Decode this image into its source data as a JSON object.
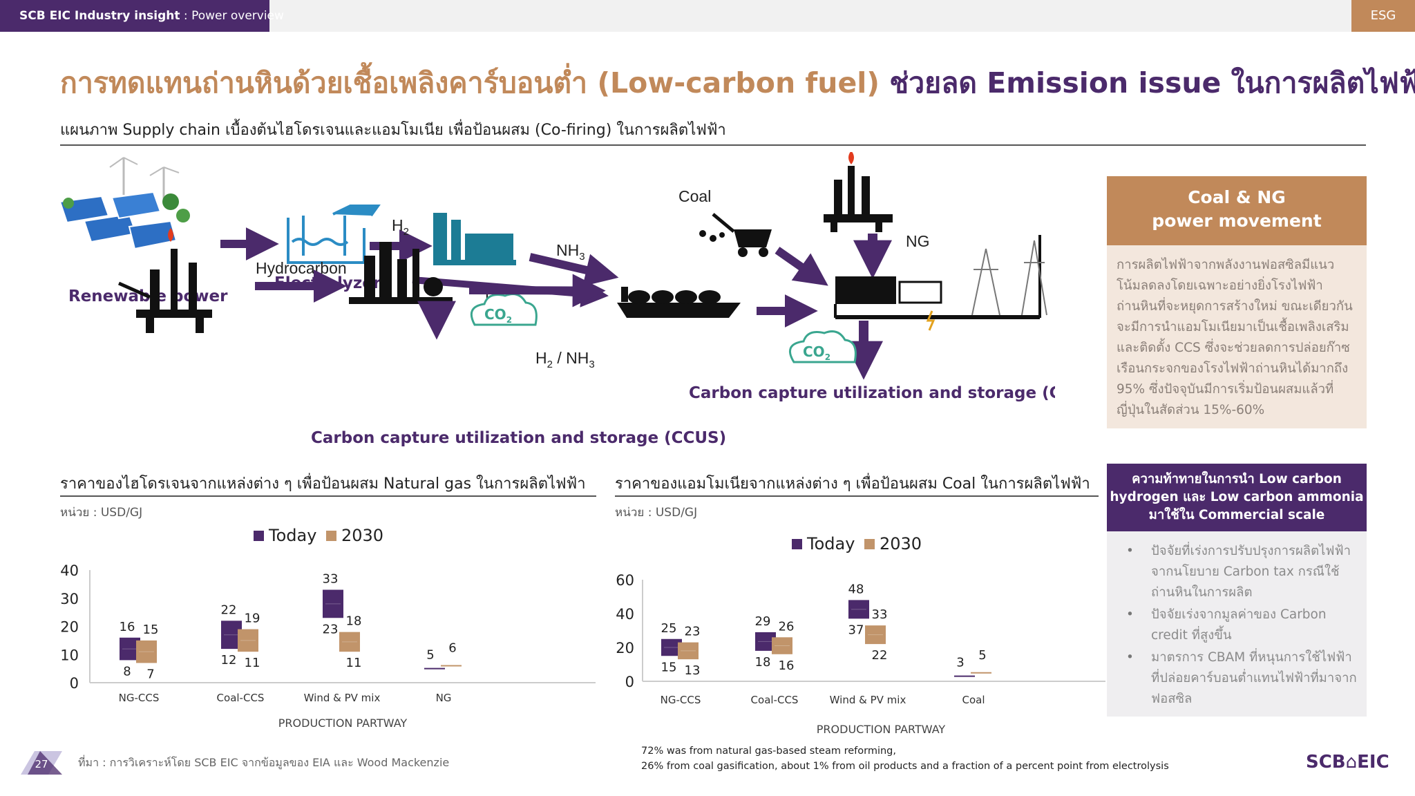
{
  "header": {
    "brand": "SCB EIC Industry insight",
    "section": " : Power overview",
    "tag": "ESG"
  },
  "title": {
    "part1": "การทดแทนถ่านหินด้วยเชื้อเพลิงคาร์บอนต่ำ (Low-carbon fuel)",
    "part2": " ช่วยลด Emission issue ในการผลิตไฟฟ้า"
  },
  "subtitle": "แผนภาพ Supply chain เบื้องต้นไฮโดรเจนและแอมโมเนีย เพื่อป้อนผสม (Co-firing) ในการผลิตไฟฟ้า",
  "diagram": {
    "renewable": "Renewable power",
    "electrolyzer": "Electrolyzer",
    "h2": "H",
    "h2_sub": "2",
    "nh3": "NH",
    "nh3_sub": "3",
    "h2_mid": "H",
    "h2_mid_sub": "2",
    "h2nh3_a": "H",
    "h2nh3_sub1": "2",
    "h2nh3_b": " / NH",
    "h2nh3_sub2": "3",
    "hydrocarbon": "Hydrocarbon",
    "coal": "Coal",
    "ng": "NG",
    "co2": "CO",
    "co2_sub": "2",
    "ccus_left": "Carbon capture utilization and storage (CCUS)",
    "ccus_right": "Carbon capture utilization and storage (CCUS)"
  },
  "panel_coal": {
    "heading_line1": "Coal & NG",
    "heading_line2": "power movement",
    "body": "การผลิตไฟฟ้าจากพลังงานฟอสซิลมีแนวโน้มลดลงโดยเฉพาะอย่างยิ่งโรงไฟฟ้าถ่านหินที่จะหยุดการสร้างใหม่ ขณะเดียวกัน จะมีการนำแอมโมเนียมาเป็นเชื้อเพลิงเสริมและติดตั้ง CCS ซึ่งจะช่วยลดการปล่อยก๊าซเรือนกระจกของโรงไฟฟ้าถ่านหินได้มากถึง 95% ซึ่งปัจจุบันมีการเริ่มป้อนผสมแล้วที่ญี่ปุ่นในสัดส่วน 15%-60%"
  },
  "panel_challenge": {
    "heading": "ความท้าทายในการนำ Low carbon hydrogen และ Low carbon ammonia มาใช้ใน Commercial scale",
    "bullets": [
      "ปัจจัยที่เร่งการปรับปรุงการผลิตไฟฟ้าจากนโยบาย Carbon tax กรณีใช้ถ่านหินในการผลิต",
      "ปัจจัยเร่งจากมูลค่าของ Carbon credit ที่สูงขึ้น",
      "มาตรการ CBAM ที่หนุนการใช้ไฟฟ้าที่ปล่อยคาร์บอนต่ำแทนไฟฟ้าที่มาจากฟอสซิล"
    ]
  },
  "chart_data": [
    {
      "type": "bar",
      "title": "ราคาของไฮโดรเจนจากแหล่งต่าง ๆ เพื่อป้อนผสม Natural gas ในการผลิตไฟฟ้า",
      "unit": "หน่วย : USD/GJ",
      "xlabel": "PRODUCTION PARTWAY",
      "categories": [
        "NG-CCS",
        "Coal-CCS",
        "Wind & PV mix",
        "NG"
      ],
      "series": [
        {
          "name": "Today",
          "low": [
            8,
            12,
            23,
            null
          ],
          "high": [
            16,
            22,
            33,
            null
          ],
          "value": [
            null,
            null,
            null,
            5
          ],
          "low_labels": [
            "8",
            "12",
            "23",
            ""
          ],
          "high_labels": [
            "16",
            "22",
            "33",
            "5"
          ],
          "color": "#4b2a6b"
        },
        {
          "name": "2030",
          "low": [
            7,
            11,
            11,
            null
          ],
          "high": [
            15,
            19,
            18,
            null
          ],
          "value": [
            null,
            null,
            null,
            6
          ],
          "low_labels": [
            "7",
            "11",
            "11",
            ""
          ],
          "high_labels": [
            "15",
            "19",
            "18",
            "6"
          ],
          "color": "#c1946a"
        }
      ],
      "ylim": [
        0,
        40
      ],
      "yticks": [
        "0",
        "10",
        "20",
        "30",
        "40"
      ],
      "grid": false,
      "legend": "top"
    },
    {
      "type": "bar",
      "title": "ราคาของแอมโมเนียจากแหล่งต่าง ๆ เพื่อป้อนผสม Coal ในการผลิตไฟฟ้า",
      "unit": "หน่วย : USD/GJ",
      "xlabel": "PRODUCTION PARTWAY",
      "categories": [
        "NG-CCS",
        "Coal-CCS",
        "Wind & PV mix",
        "Coal"
      ],
      "series": [
        {
          "name": "Today",
          "low": [
            15,
            18,
            37,
            null
          ],
          "high": [
            25,
            29,
            48,
            null
          ],
          "value": [
            null,
            null,
            null,
            3
          ],
          "low_labels": [
            "15",
            "18",
            "37",
            ""
          ],
          "high_labels": [
            "25",
            "29",
            "48",
            "3"
          ],
          "color": "#4b2a6b"
        },
        {
          "name": "2030",
          "low": [
            13,
            16,
            22,
            null
          ],
          "high": [
            23,
            26,
            33,
            null
          ],
          "value": [
            null,
            null,
            null,
            5
          ],
          "low_labels": [
            "13",
            "16",
            "22",
            ""
          ],
          "high_labels": [
            "23",
            "26",
            "33",
            "5"
          ],
          "color": "#c1946a"
        }
      ],
      "ylim": [
        0,
        60
      ],
      "yticks": [
        "0",
        "20",
        "40",
        "60"
      ],
      "grid": false,
      "legend": "top"
    }
  ],
  "footer": {
    "page": "27",
    "source": "ที่มา : การวิเคราะห์โดย SCB EIC จากข้อมูลของ EIA และ Wood Mackenzie",
    "note1": "72% was from natural gas-based steam reforming,",
    "note2": "26% from coal gasification, about 1% from oil products and a fraction of a percent point from electrolysis",
    "logo_left": "SCB",
    "logo_right": "EIC"
  }
}
